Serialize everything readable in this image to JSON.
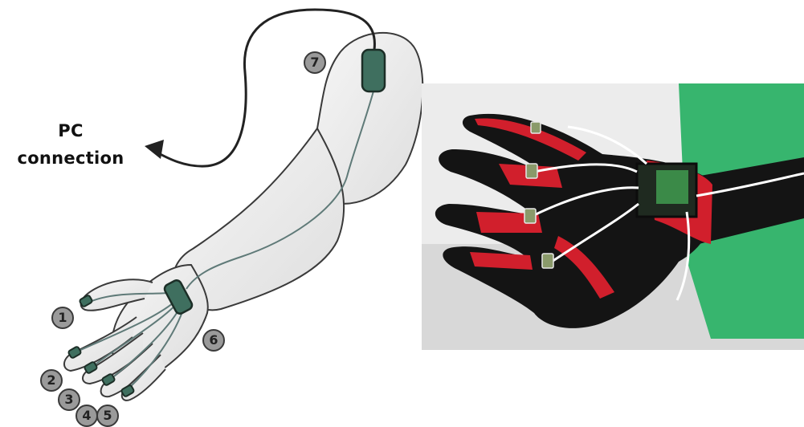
{
  "figure": {
    "label_line_1": "PC",
    "label_line_2": "connection",
    "sensor_numbers": [
      "1",
      "2",
      "3",
      "4",
      "5",
      "6",
      "7"
    ]
  },
  "colors": {
    "sensor_fill": "#3f6f5f",
    "sensor_outline": "#1c2e27",
    "wire": "#5f7a78",
    "cable": "#222222",
    "glove_red": "#d11f2c",
    "glove_black": "#141414",
    "backdrop_green": "#37b56e",
    "wall": "#e9e9e9"
  },
  "icons": [
    "arm-illustration",
    "cable-arrow-icon",
    "glove-photo"
  ]
}
